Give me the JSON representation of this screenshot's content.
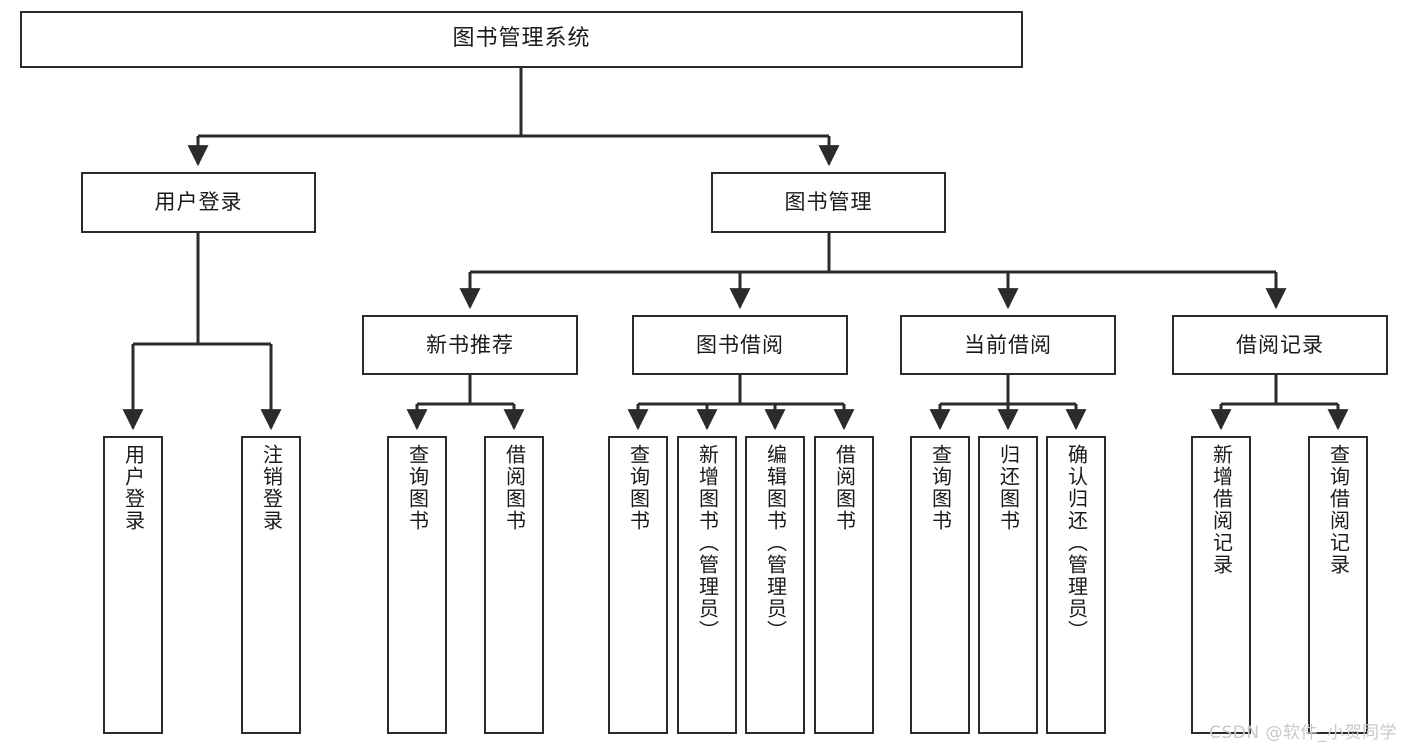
{
  "diagram": {
    "title": "图书管理系统",
    "type": "tree",
    "orientation": "top-down",
    "line_color": "#2b2b2b",
    "box_fill": "#ffffff",
    "box_stroke": "#2b2b2b"
  },
  "watermark": {
    "text": "CSDN @软件_小贺同学",
    "color": "#c9c9c9"
  },
  "nodes": {
    "root": {
      "label": "图书管理系统"
    },
    "tier1": [
      {
        "label": "用户登录"
      },
      {
        "label": "图书管理"
      }
    ],
    "tier2": [
      {
        "label": "新书推荐"
      },
      {
        "label": "图书借阅"
      },
      {
        "label": "当前借阅"
      },
      {
        "label": "借阅记录"
      }
    ],
    "leaves": {
      "user_login": [
        {
          "label": "用户登录"
        },
        {
          "label": "注销登录"
        }
      ],
      "new_book": [
        {
          "label": "查询图书"
        },
        {
          "label": "借阅图书"
        }
      ],
      "book_borrow": [
        {
          "label": "查询图书"
        },
        {
          "label": "新增图书（管理员）"
        },
        {
          "label": "编辑图书（管理员）"
        },
        {
          "label": "借阅图书"
        }
      ],
      "current_borrow": [
        {
          "label": "查询图书"
        },
        {
          "label": "归还图书"
        },
        {
          "label": "确认归还（管理员）"
        }
      ],
      "borrow_record": [
        {
          "label": "新增借阅记录"
        },
        {
          "label": "查询借阅记录"
        }
      ]
    }
  },
  "tree_structure": {
    "图书管理系统": {
      "用户登录": [
        "用户登录",
        "注销登录"
      ],
      "图书管理": {
        "新书推荐": [
          "查询图书",
          "借阅图书"
        ],
        "图书借阅": [
          "查询图书",
          "新增图书（管理员）",
          "编辑图书（管理员）",
          "借阅图书"
        ],
        "当前借阅": [
          "查询图书",
          "归还图书",
          "确认归还（管理员）"
        ],
        "借阅记录": [
          "新增借阅记录",
          "查询借阅记录"
        ]
      }
    }
  }
}
